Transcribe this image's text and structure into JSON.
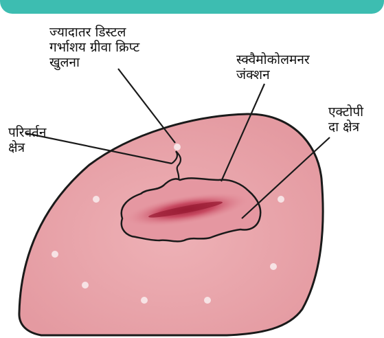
{
  "labels": {
    "distal_crypt": "ज्यादातर डिस्टल\nगर्भाशय ग्रीवा क्रिप्ट\nखुलना",
    "squamocolumnar": "स्क्वैमोकोलमनर\nजंक्शन",
    "ectopy": "एक्टोपी\nदा क्षेत्र",
    "transformation": "परिवर्तन\nक्षेत्र"
  },
  "colors": {
    "accent_bar": "#3dbdb1",
    "cervix_fill": "#e8a3a9",
    "outline": "#1a1a1a",
    "ectopy_fill": "#e596a0",
    "lesion_core": "#b03048",
    "dots": "#f6dfe1"
  }
}
